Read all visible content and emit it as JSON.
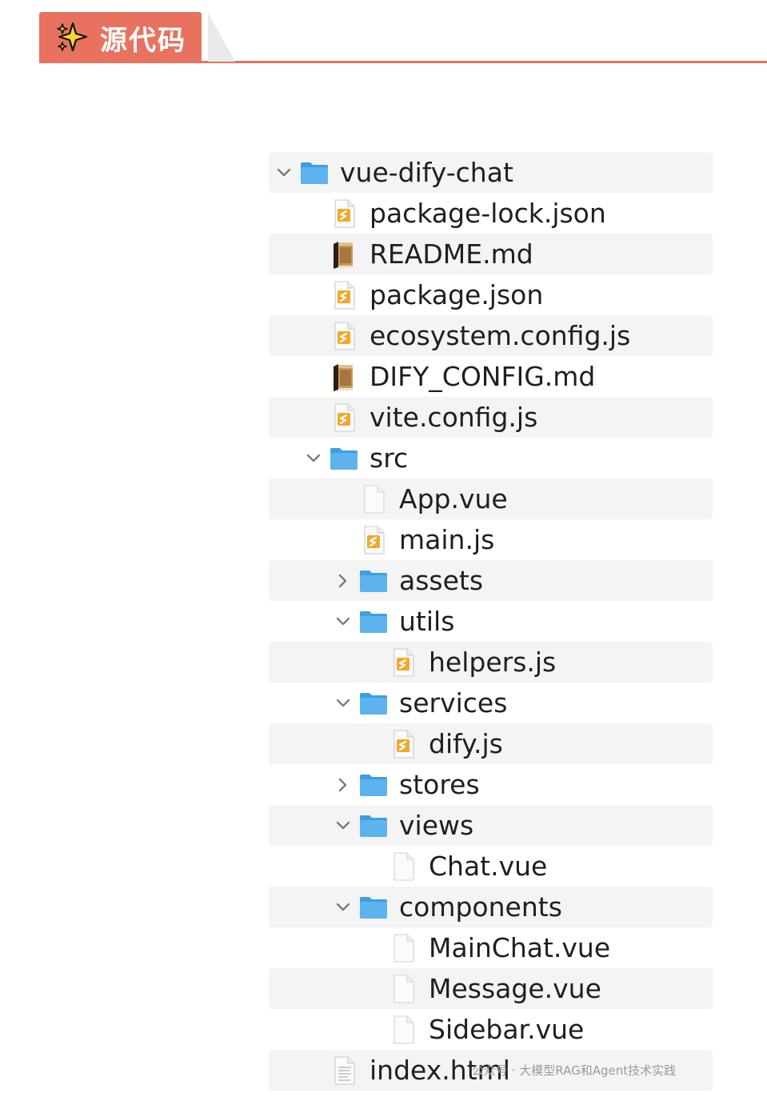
{
  "header": {
    "title": "源代码",
    "icon": "sparkle-icon",
    "accent_color": "#e8725f"
  },
  "tree": [
    {
      "label": "vue-dify-chat",
      "depth": 0,
      "kind": "folder",
      "state": "expanded"
    },
    {
      "label": "package-lock.json",
      "depth": 1,
      "kind": "js-file"
    },
    {
      "label": "README.md",
      "depth": 1,
      "kind": "book-file"
    },
    {
      "label": "package.json",
      "depth": 1,
      "kind": "js-file"
    },
    {
      "label": "ecosystem.config.js",
      "depth": 1,
      "kind": "js-file"
    },
    {
      "label": "DIFY_CONFIG.md",
      "depth": 1,
      "kind": "book-file"
    },
    {
      "label": "vite.config.js",
      "depth": 1,
      "kind": "js-file"
    },
    {
      "label": "src",
      "depth": 1,
      "kind": "folder",
      "state": "expanded"
    },
    {
      "label": "App.vue",
      "depth": 2,
      "kind": "blank-file"
    },
    {
      "label": "main.js",
      "depth": 2,
      "kind": "js-file"
    },
    {
      "label": "assets",
      "depth": 2,
      "kind": "folder",
      "state": "collapsed"
    },
    {
      "label": "utils",
      "depth": 2,
      "kind": "folder",
      "state": "expanded"
    },
    {
      "label": "helpers.js",
      "depth": 3,
      "kind": "js-file"
    },
    {
      "label": "services",
      "depth": 2,
      "kind": "folder",
      "state": "expanded"
    },
    {
      "label": "dify.js",
      "depth": 3,
      "kind": "js-file"
    },
    {
      "label": "stores",
      "depth": 2,
      "kind": "folder",
      "state": "collapsed"
    },
    {
      "label": "views",
      "depth": 2,
      "kind": "folder",
      "state": "expanded"
    },
    {
      "label": "Chat.vue",
      "depth": 3,
      "kind": "blank-file"
    },
    {
      "label": "components",
      "depth": 2,
      "kind": "folder",
      "state": "expanded"
    },
    {
      "label": "MainChat.vue",
      "depth": 3,
      "kind": "blank-file"
    },
    {
      "label": "Message.vue",
      "depth": 3,
      "kind": "blank-file"
    },
    {
      "label": "Sidebar.vue",
      "depth": 3,
      "kind": "blank-file"
    },
    {
      "label": "index.html",
      "depth": 1,
      "kind": "html-file"
    }
  ],
  "watermark": "公众号 · 大模型RAG和Agent技术实践",
  "colors": {
    "folder": "#5cb3ee",
    "folder_tab": "#3e9ee0",
    "js_badge": "#f0a92b",
    "book": "#8a5a2b",
    "stripe": "#f4f4f4"
  }
}
